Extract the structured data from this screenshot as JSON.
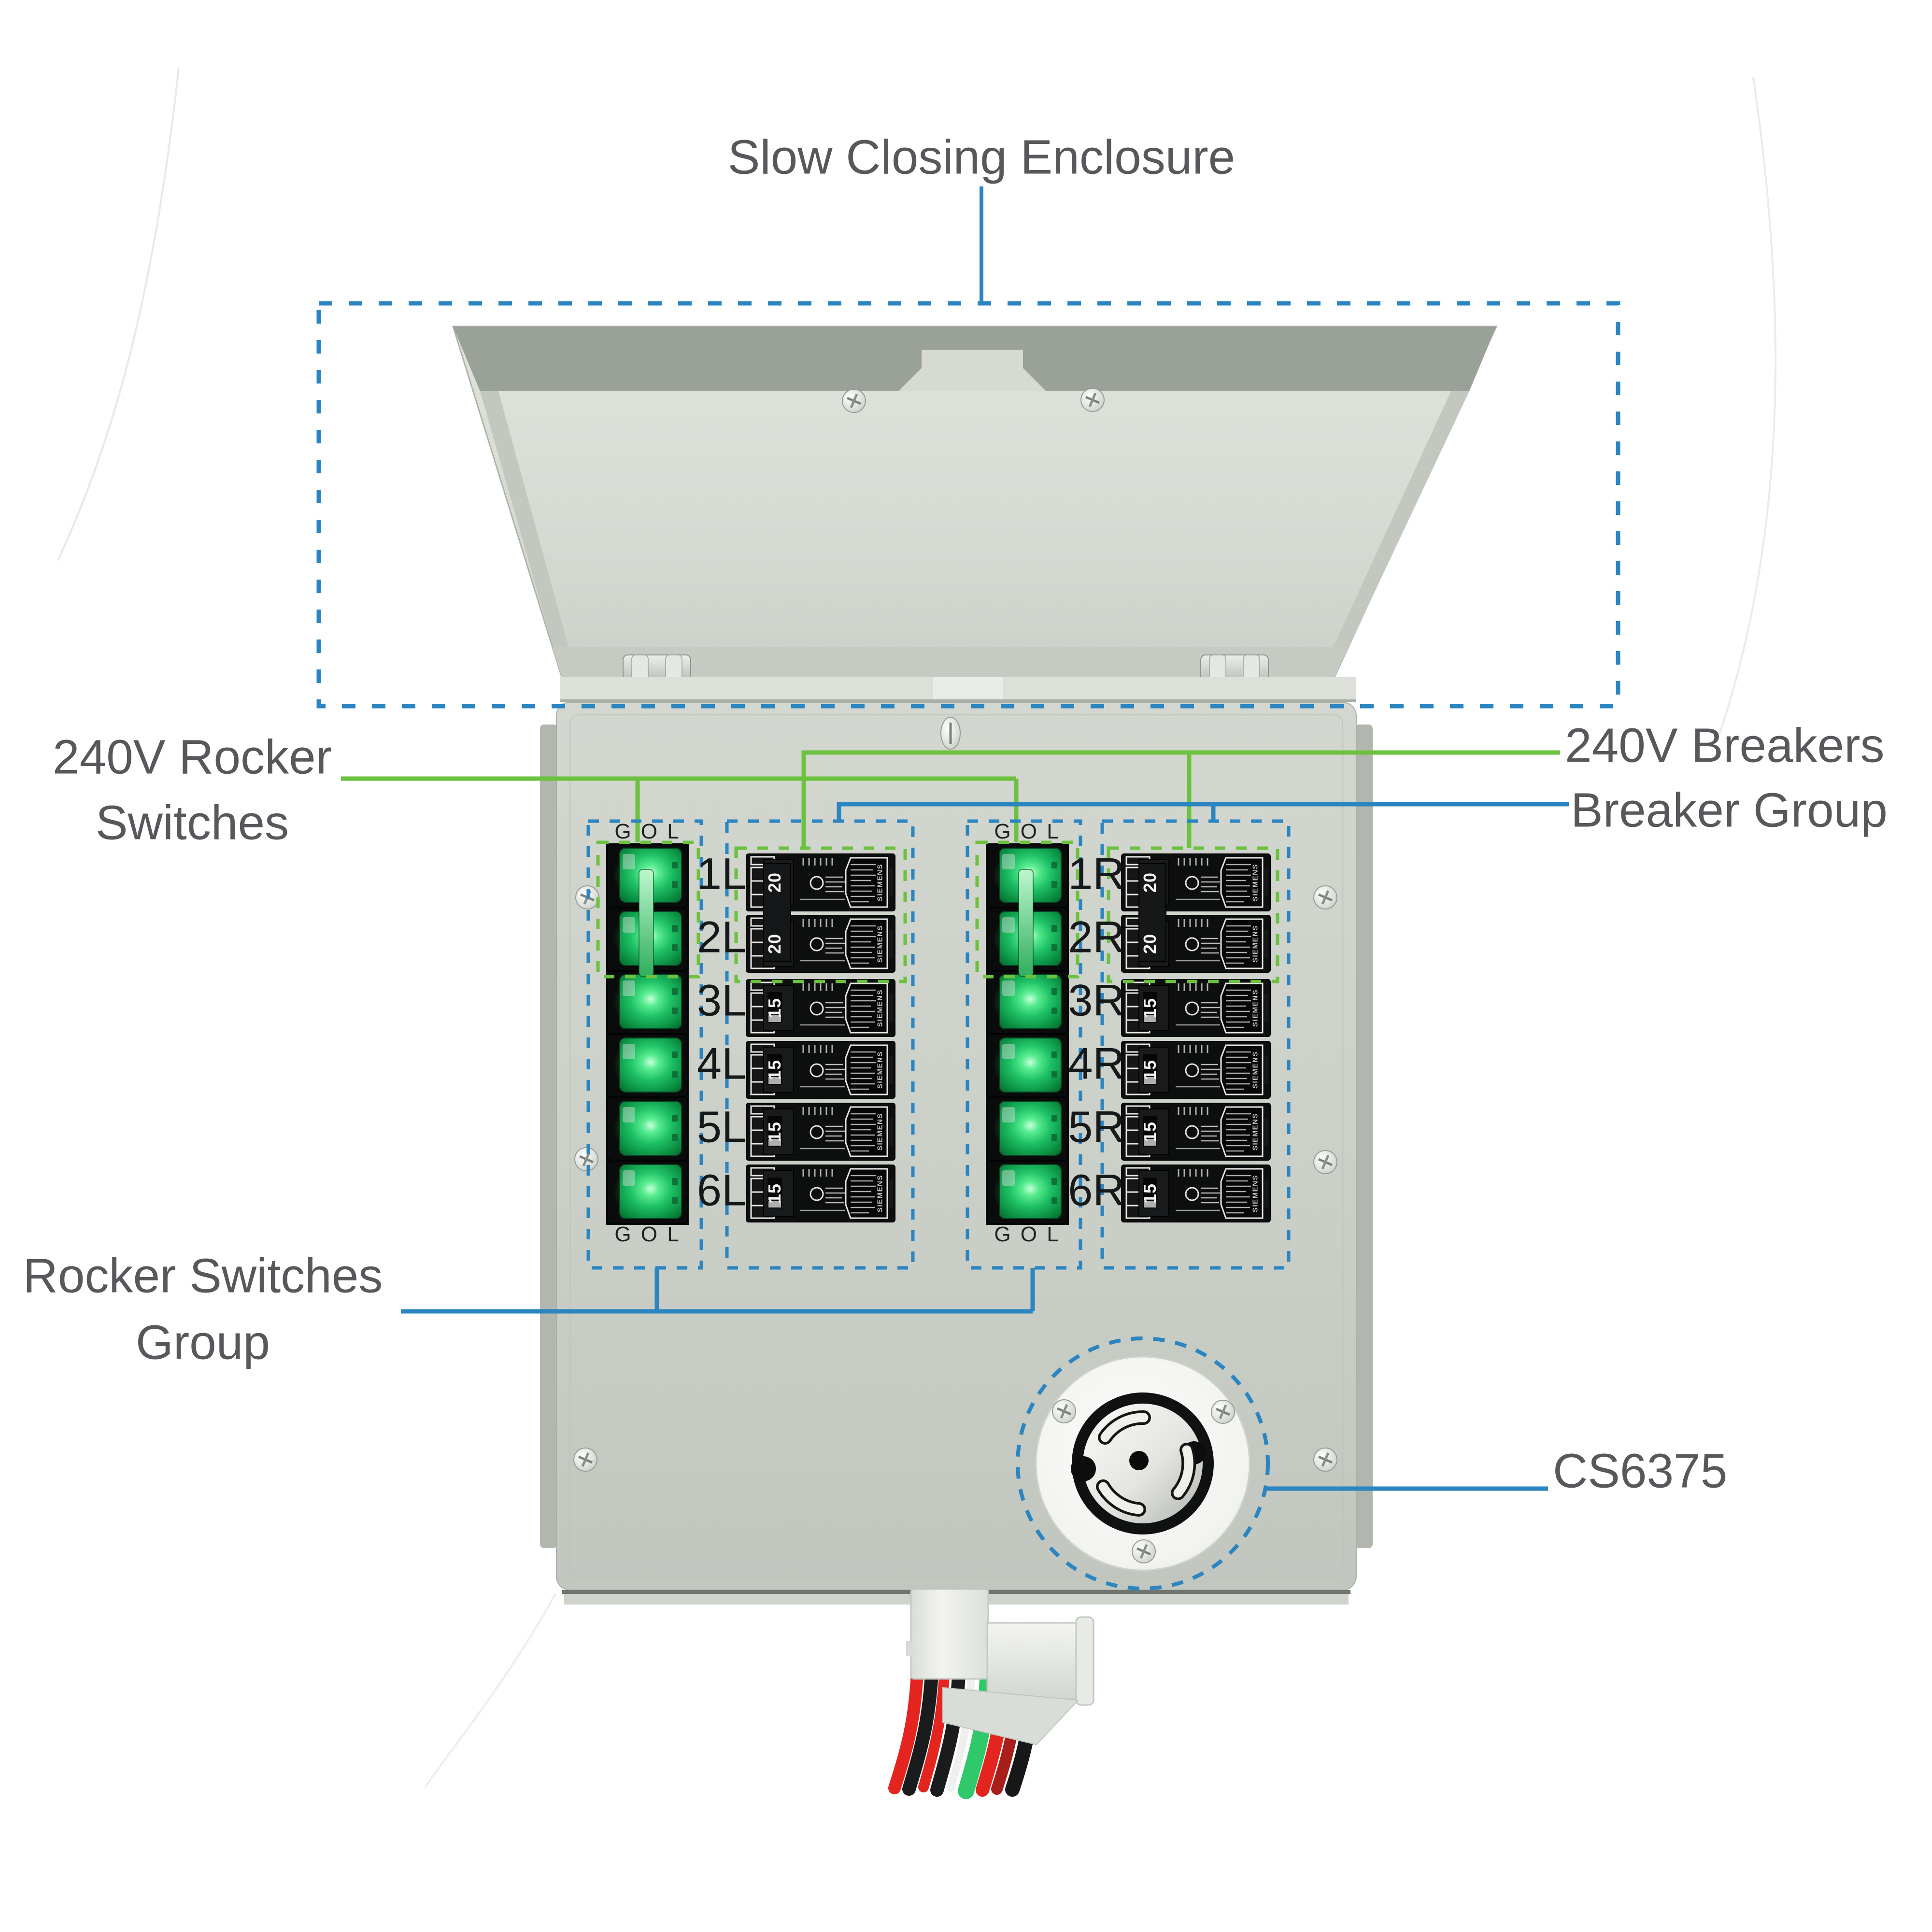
{
  "colors": {
    "annotation_blue": "#2a85c0",
    "annotation_green": "#6cc13f",
    "label_gray": "#57585b",
    "switch_glow_green": "#2fd06e",
    "wire_red": "#e3241f",
    "wire_green": "#2fc96b"
  },
  "annotations": {
    "enclosure": {
      "label": "Slow Closing Enclosure"
    },
    "rocker_switches": {
      "line1": "240V Rocker",
      "line2": "Switches"
    },
    "breakers_240v": {
      "label": "240V Breakers"
    },
    "breaker_group": {
      "label": "Breaker Group"
    },
    "rocker_group": {
      "line1": "Rocker Switches",
      "line2": "Group"
    },
    "inlet": {
      "label": "CS6375"
    }
  },
  "panel": {
    "gol": "G O L",
    "rows_left": [
      "1L",
      "2L",
      "3L",
      "4L",
      "5L",
      "6L"
    ],
    "rows_right": [
      "1R",
      "2R",
      "3R",
      "4R",
      "5R",
      "6R"
    ],
    "amps_left": [
      "20",
      "20",
      "15",
      "15",
      "15",
      "15"
    ],
    "amps_right": [
      "20",
      "20",
      "15",
      "15",
      "15",
      "15"
    ],
    "breaker_brand": "SIEMENS"
  }
}
